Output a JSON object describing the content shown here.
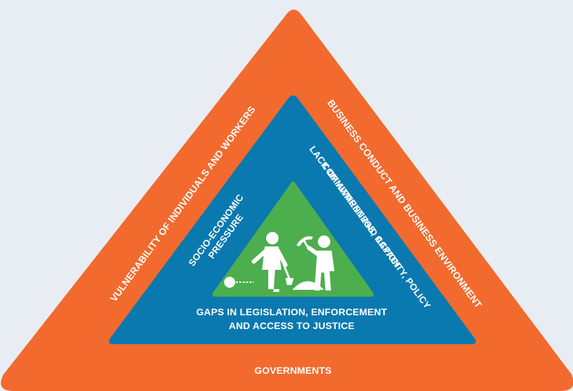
{
  "colors": {
    "background": "#e7edf2",
    "outer_layer": "#f26a2e",
    "middle_layer": "#0a79af",
    "inner_layer": "#4dae4e",
    "text": "#ffffff"
  },
  "layers": {
    "outer": {
      "bottom_label": "GOVERNMENTS",
      "left_label": "VULNERABILITY OF INDIVIDUALS AND WORKERS",
      "right_label": "BUSINESS CONDUCT AND BUSINESS ENVIRONMENT"
    },
    "middle": {
      "bottom_label_line1": "GAPS IN LEGISLATION, ENFORCEMENT",
      "bottom_label_line2": "AND ACCESS TO JUSTICE",
      "left_label_line1": "SOCIO-ECONOMIC",
      "left_label_line2": "PRESSURE",
      "right_label_line1": "LACK OF AWARENESS, CAPACITY, POLICY",
      "right_label_line2": "COMMITMENT AND ACTION"
    },
    "inner": {
      "icon": "forced-labour-workers-icon"
    }
  }
}
